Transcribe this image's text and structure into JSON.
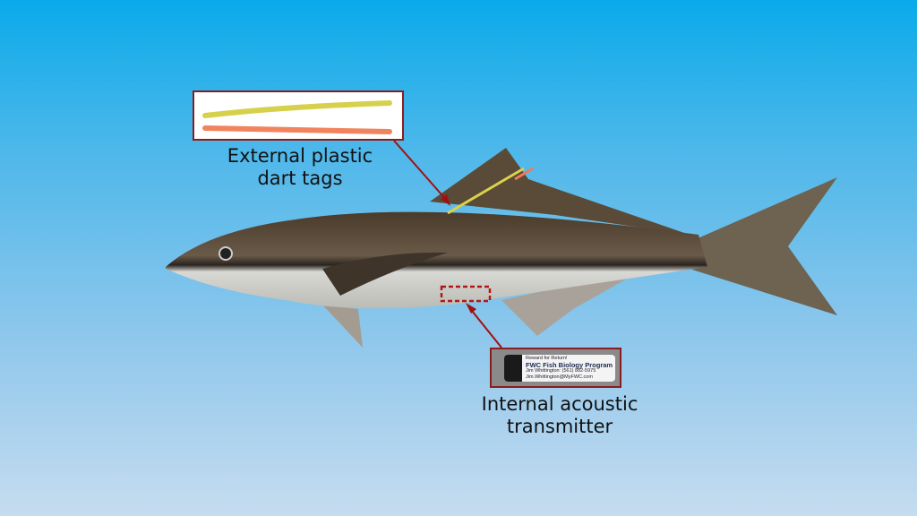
{
  "labels": {
    "external": [
      "External plastic",
      "dart tags"
    ],
    "internal": [
      "Internal acoustic",
      "transmitter"
    ]
  },
  "transmitter_label": {
    "line1": "Reward for Return!",
    "line2": "FWC Fish Biology Program",
    "line3": "Jim Whittington: (561) 882-5975",
    "line4": "Jim.Whittington@MyFWC.com"
  },
  "colors": {
    "callout_border": "#8c1c1c",
    "yellow_tag": "#d9d24a",
    "orange_tag": "#f07a5a"
  }
}
